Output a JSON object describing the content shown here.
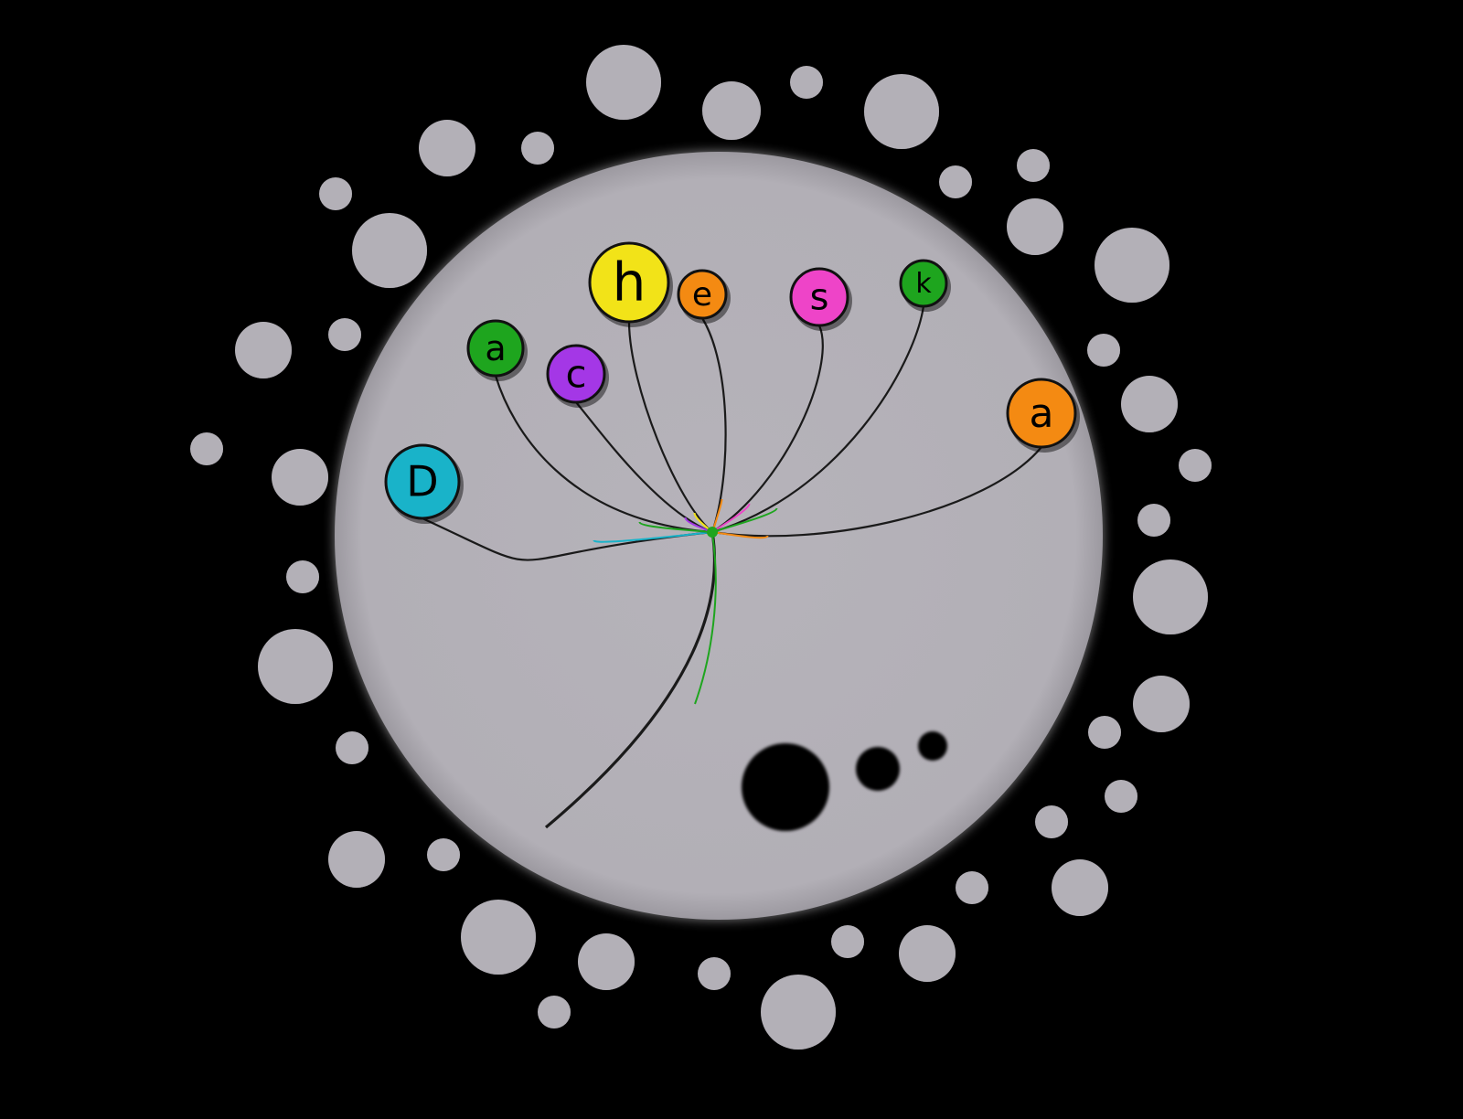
{
  "logo": {
    "letters": [
      {
        "char": "D",
        "color": "#19b3c9"
      },
      {
        "char": "a",
        "color": "#1ea51e"
      },
      {
        "char": "c",
        "color": "#a437e6"
      },
      {
        "char": "h",
        "color": "#f2e318"
      },
      {
        "char": "e",
        "color": "#f48a12"
      },
      {
        "char": "s",
        "color": "#ee44c8"
      },
      {
        "char": "k",
        "color": "#1ea51e"
      },
      {
        "char": "a",
        "color": "#f48a12"
      }
    ]
  },
  "colors": {
    "background": "#000000",
    "disc": "#b3b0b7",
    "dots": "#b3b0b7",
    "stem": "#1ea51e"
  }
}
